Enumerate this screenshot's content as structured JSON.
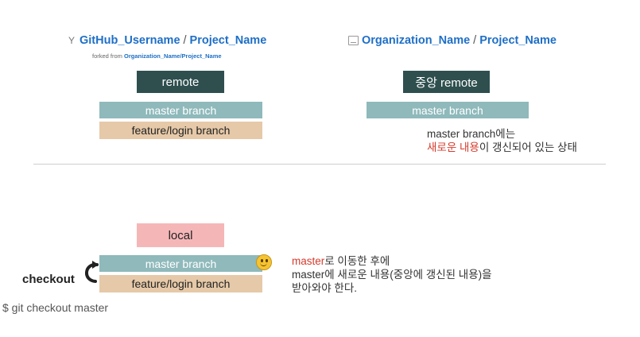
{
  "left_repo": {
    "username": "GitHub_Username",
    "separator": "/",
    "project": "Project_Name",
    "forked_prefix": "forked from ",
    "forked_link": "Organization_Name/Project_Name",
    "icon": "fork-icon"
  },
  "right_repo": {
    "org": "Organization_Name",
    "separator": "/",
    "project": "Project_Name",
    "icon": "repo-book-icon"
  },
  "remote": {
    "label": "remote",
    "master": "master branch",
    "feature": "feature/login branch"
  },
  "central_remote": {
    "label": "중앙 remote",
    "master": "master branch",
    "note_line1": "master branch에는",
    "note_line2_red": "새로운 내용",
    "note_line2_rest": "이 갱신되어 있는 상태"
  },
  "local": {
    "label": "local",
    "master": "master branch",
    "feature": "feature/login branch",
    "checkout_label": "checkout",
    "command": "$ git checkout master",
    "note_line1_red": "master",
    "note_line1_rest": "로 이동한 후에",
    "note_line2": "master에 새로운 내용(중앙에 갱신된 내용)을",
    "note_line3": "받아와야 한다.",
    "marker_icon": "smiley-icon"
  },
  "colors": {
    "remote_box": "#2f4f4f",
    "master_box": "#8fb9bb",
    "feature_box": "#e6c9a8",
    "local_box": "#f5b6b8",
    "link": "#1e6fc7",
    "highlight_red": "#d63a2c"
  }
}
